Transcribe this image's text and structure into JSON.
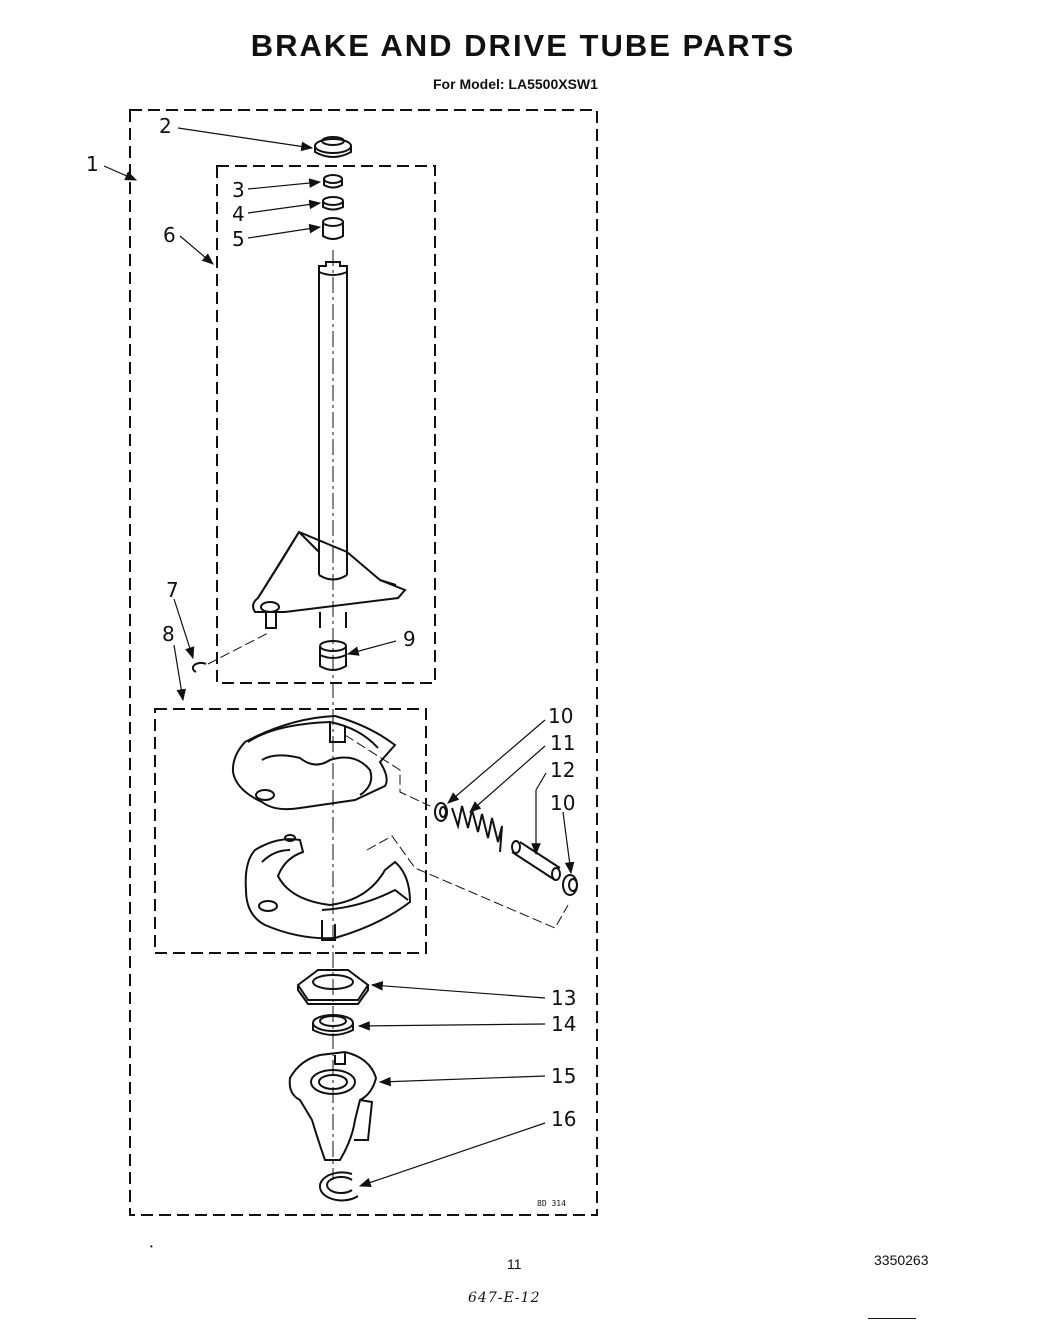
{
  "page": {
    "title": "BRAKE AND DRIVE TUBE PARTS",
    "subtitle": "For Model: LA5500XSW1",
    "page_number": "11",
    "document_number": "3350263",
    "handwritten_note": "647-E-12",
    "drawing_code": "8D 314",
    "corner_mark": "•"
  },
  "callouts": [
    {
      "id": "c1",
      "label": "1"
    },
    {
      "id": "c2",
      "label": "2"
    },
    {
      "id": "c3",
      "label": "3"
    },
    {
      "id": "c4",
      "label": "4"
    },
    {
      "id": "c5",
      "label": "5"
    },
    {
      "id": "c6",
      "label": "6"
    },
    {
      "id": "c7",
      "label": "7"
    },
    {
      "id": "c8",
      "label": "8"
    },
    {
      "id": "c9",
      "label": "9"
    },
    {
      "id": "c10a",
      "label": "10"
    },
    {
      "id": "c11",
      "label": "11"
    },
    {
      "id": "c12",
      "label": "12"
    },
    {
      "id": "c10b",
      "label": "10"
    },
    {
      "id": "c13",
      "label": "13"
    },
    {
      "id": "c14",
      "label": "14"
    },
    {
      "id": "c15",
      "label": "15"
    },
    {
      "id": "c16",
      "label": "16"
    }
  ],
  "colors": {
    "ink": "#111111",
    "paper": "#ffffff"
  }
}
